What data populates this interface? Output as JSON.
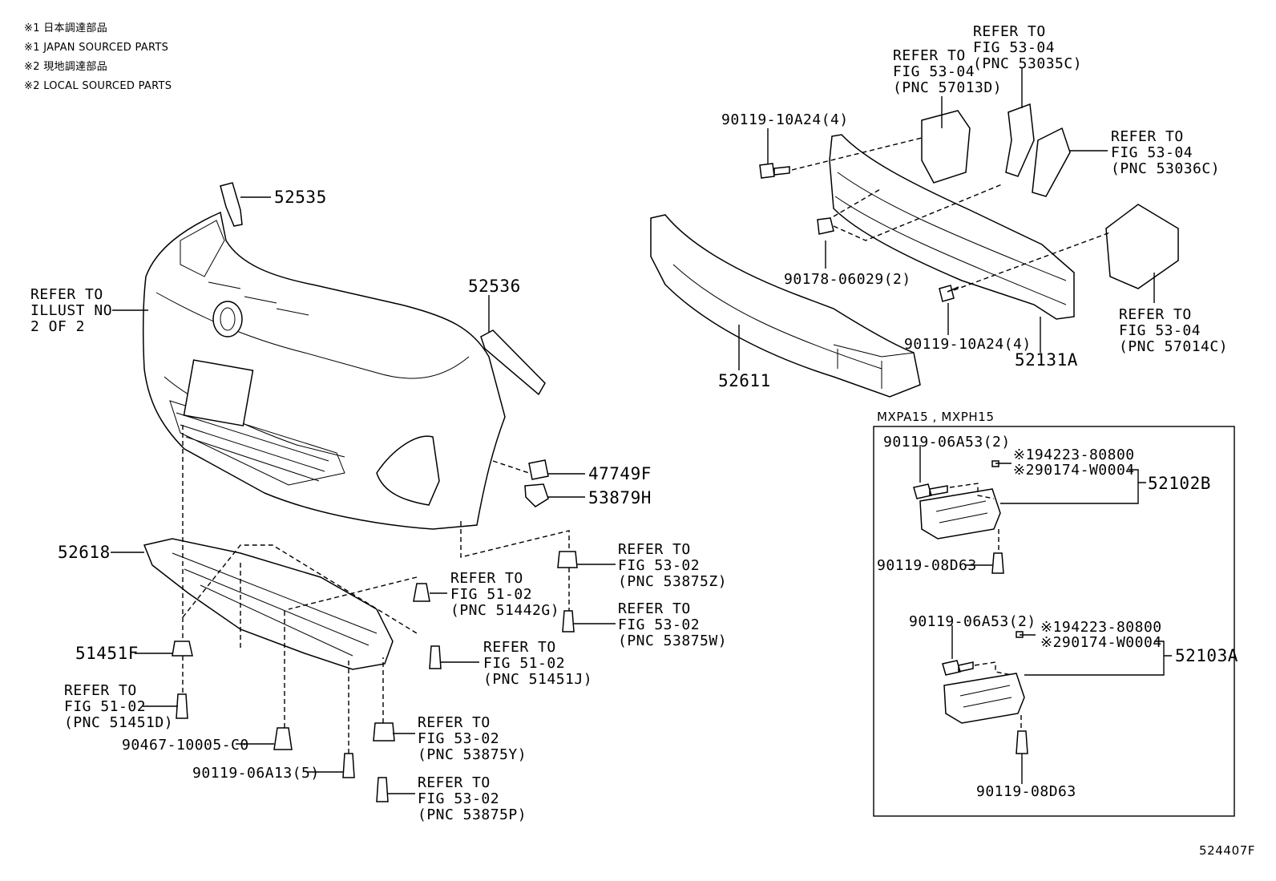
{
  "notes": [
    "※1 日本調達部品",
    "※1 JAPAN SOURCED PARTS",
    "※2 現地調達部品",
    "※2 LOCAL SOURCED PARTS"
  ],
  "parts": {
    "p52535": "52535",
    "p52536": "52536",
    "p47749F": "47749F",
    "p53879H": "53879H",
    "p52618": "52618",
    "p51451F": "51451F",
    "p52611": "52611",
    "p52131A": "52131A",
    "p52102B": "52102B",
    "p52103A": "52103A",
    "p9011910A24a": "90119-10A24(4)",
    "p9011910A24b": "90119-10A24(4)",
    "p9017806029": "90178-06029(2)",
    "p9046710005": "90467-10005-C0",
    "p9011906A13": "90119-06A13(5)",
    "p9011906A53a": "90119-06A53(2)",
    "p9011906A53b": "90119-06A53(2)",
    "p9011908D63a": "90119-08D63",
    "p9011908D63b": "90119-08D63",
    "p9422380800a": "※194223-80800",
    "p90174W0004a": "※290174-W0004",
    "p9422380800b": "※194223-80800",
    "p90174W0004b": "※290174-W0004"
  },
  "refs": {
    "illust": "REFER TO\nILLUST NO\n2 OF 2",
    "r57013D": "REFER TO\nFIG 53-04\n(PNC 57013D)",
    "r53035C": "REFER TO\nFIG 53-04\n(PNC 53035C)",
    "r53036C": "REFER TO\nFIG 53-04\n(PNC 53036C)",
    "r57014C": "REFER TO\nFIG 53-04\n(PNC 57014C)",
    "r51442G": "REFER TO\nFIG 51-02\n(PNC 51442G)",
    "r53875Z": "REFER TO\nFIG 53-02\n(PNC 53875Z)",
    "r53875W": "REFER TO\nFIG 53-02\n(PNC 53875W)",
    "r51451J": "REFER TO\nFIG 51-02\n(PNC 51451J)",
    "r51451D": "REFER TO\nFIG 51-02\n(PNC 51451D)",
    "r53875Y": "REFER TO\nFIG 53-02\n(PNC 53875Y)",
    "r53875P": "REFER TO\nFIG 53-02\n(PNC 53875P)"
  },
  "variant_box": {
    "header": "MXPA15 , MXPH15"
  },
  "illustration_id": "524407F"
}
